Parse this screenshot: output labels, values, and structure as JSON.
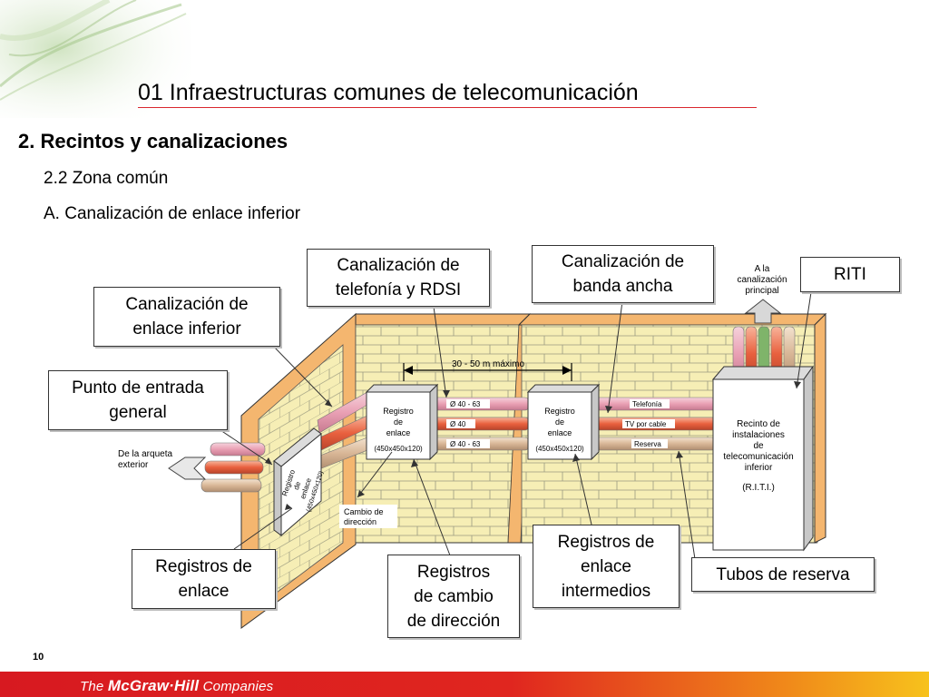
{
  "slide": {
    "title": "01  Infraestructuras comunes de telecomunicación",
    "section": "2. Recintos y canalizaciones",
    "subsection": "2.2 Zona común",
    "subsubsection": "A. Canalización de enlace inferior",
    "page_number": "10"
  },
  "footer": {
    "brand_pre": "The ",
    "brand_main": "McGraw·Hill",
    "brand_post": " Companies"
  },
  "callouts": {
    "telefonia_rdsi": "Canalización de\ntelefonía y RDSI",
    "banda_ancha": "Canalización de\nbanda ancha",
    "riti": "RITI",
    "enlace_inferior": "Canalización de\nenlace inferior",
    "punto_entrada": "Punto de entrada\ngeneral",
    "registros_enlace": "Registros de\nenlace",
    "registros_cambio": "Registros\nde cambio\nde dirección",
    "registros_intermedios": "Registros de\nenlace\nintermedios",
    "tubos_reserva": "Tubos de reserva"
  },
  "drawing": {
    "distance": "30 - 50 m máximo",
    "reg1_label_1": "Registro",
    "reg1_label_2": "de",
    "reg1_label_3": "enlace",
    "reg1_dim": "(450x450x120)",
    "reg2_label_1": "Registro",
    "reg2_label_2": "de",
    "reg2_label_3": "enlace",
    "reg2_dim": "(450x450x120)",
    "tube_1": "Ø 40 - 63",
    "tube_2": "Ø 40",
    "tube_3": "Ø 40 - 63",
    "telefonia": "Telefonía",
    "tv_cable": "TV por cable",
    "reserva": "Reserva",
    "arqueta_1": "De la arqueta",
    "arqueta_2": "exterior",
    "cambio_1": "Cambio de",
    "cambio_2": "dirección",
    "side_reg_1": "Registro",
    "side_reg_2": "de",
    "side_reg_3": "enlace",
    "side_reg_4": "(450x450x120)",
    "canal_principal_1": "A la",
    "canal_principal_2": "canalización",
    "canal_principal_3": "principal",
    "recinto_1": "Recinto de",
    "recinto_2": "instalaciones",
    "recinto_3": "de",
    "recinto_4": "telecomunicación",
    "recinto_5": "inferior",
    "recinto_6": "(R.I.T.I.)"
  },
  "colors": {
    "title_rule": "#d9272e",
    "wall_brick": "#f6eeb5",
    "wall_frame": "#f4b66f",
    "footer_red": "#d71920",
    "footer_yellow": "#f7c21c"
  }
}
